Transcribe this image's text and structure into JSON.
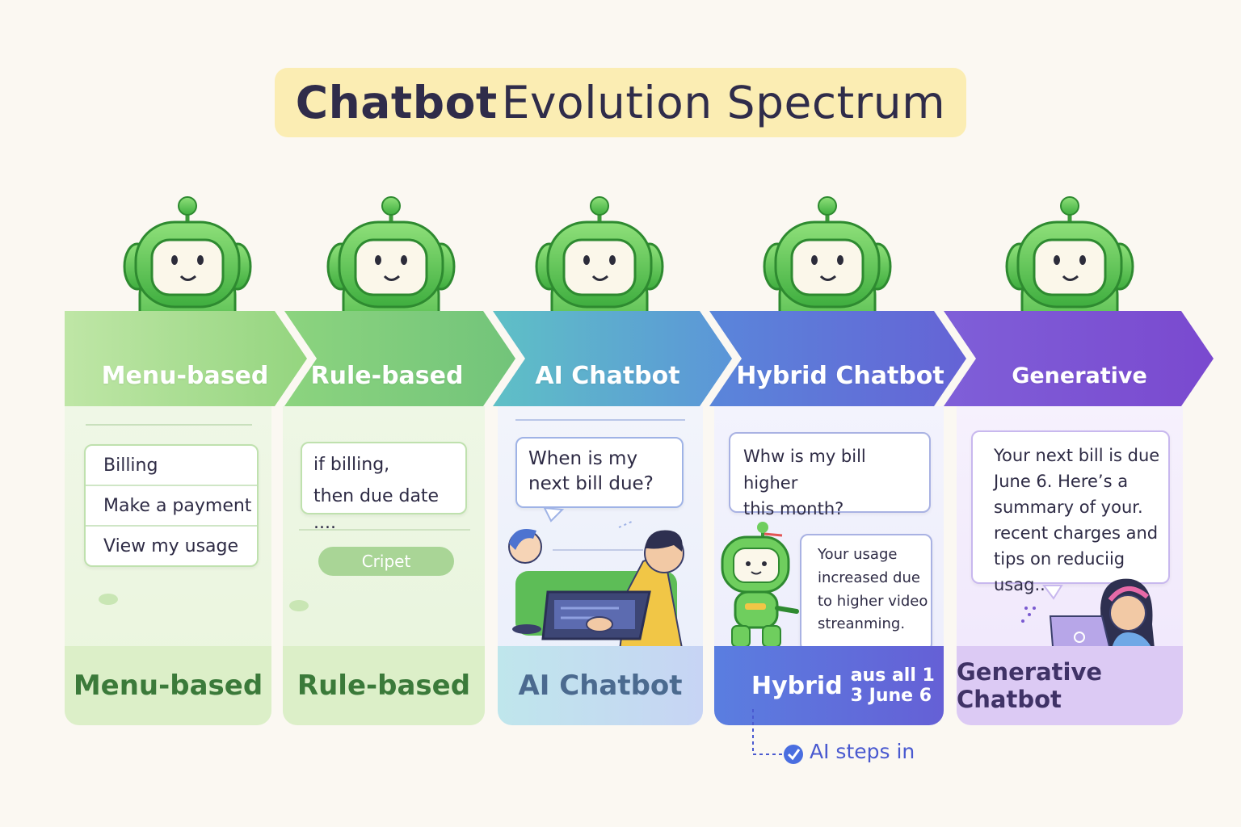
{
  "title": {
    "bold": "Chatbot",
    "rest": "Evolution Spectrum"
  },
  "stages": [
    {
      "label": "Menu-based",
      "footer": "Menu-based",
      "color": "#a9d98f"
    },
    {
      "label": "Rule-based",
      "footer": "Rule-based",
      "color": "#8fcf7e"
    },
    {
      "label": "AI Chatbot",
      "footer": "AI Chatbot",
      "color": "#63b8d2"
    },
    {
      "label": "Hybrid Chatbot",
      "footer": "Hybrid",
      "color": "#5d77d9"
    },
    {
      "label": "Generative Chatbot",
      "footer": "Generative Chatbot",
      "color": "#7f57d6"
    }
  ],
  "menu": {
    "items": [
      "Billing",
      "Make a payment",
      "View my usage"
    ]
  },
  "rule": {
    "line1": "if billing,",
    "line2": "then due date ....",
    "pill": "Cripet"
  },
  "ai": {
    "line1": "When is my",
    "line2": "next bill due?"
  },
  "hybrid": {
    "question1": "Whw is my bill higher",
    "question2": "this month?",
    "answer": [
      "Your usage",
      "increased due",
      "to higher video",
      "streanming."
    ],
    "footer_extra1": "aus all 1",
    "footer_extra2": "3 June 6",
    "note": "AI steps in"
  },
  "generative": {
    "lines": [
      "Your next bill is due",
      "June 6. Here’s a",
      "summary of your.",
      "recent charges and",
      "tips on reduciig usag.."
    ]
  }
}
